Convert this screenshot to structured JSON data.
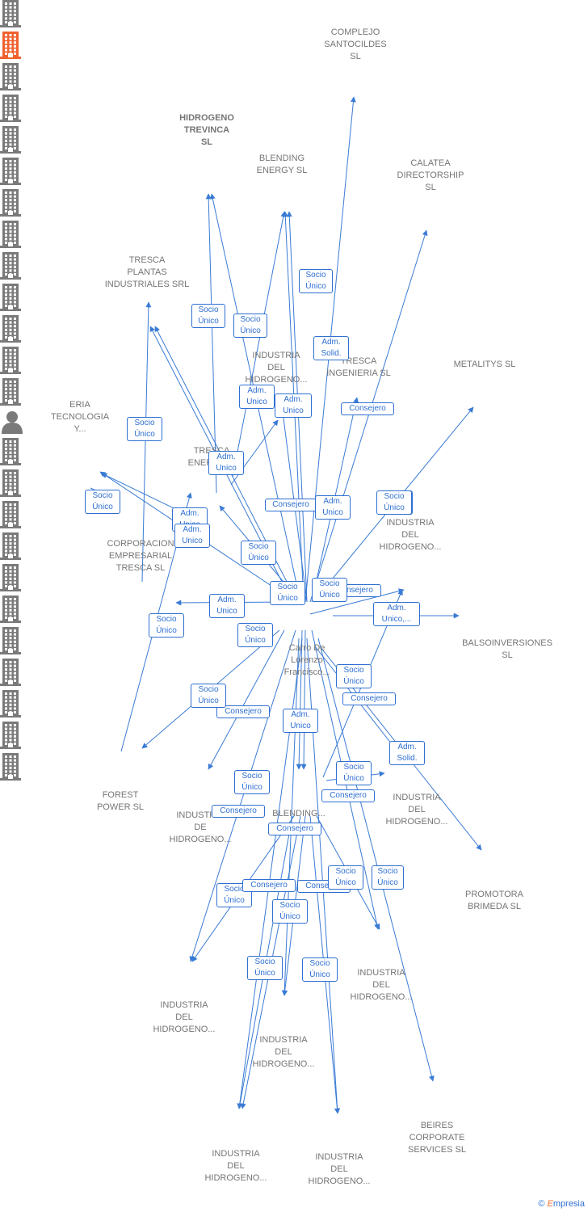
{
  "colors": {
    "edge": "#3a7bd5",
    "company": "#7a7a7a",
    "highlight": "#f0612e",
    "person": "#7a7a7a",
    "tag_border": "#2e6fd1"
  },
  "nodes": {
    "complejo": {
      "label": "COMPLEJO\nSANTOCILDES\nSL",
      "icon": "building-icon"
    },
    "hidrogeno_trevinca": {
      "label": "HIDROGENO\nTREVINCA\nSL",
      "icon": "building-icon",
      "highlight": true
    },
    "blending_energy": {
      "label": "BLENDING\nENERGY  SL",
      "icon": "building-icon"
    },
    "calatea": {
      "label": "CALATEA\nDIRECTORSHIP\nSL",
      "icon": "building-icon"
    },
    "tresca_plantas": {
      "label": "TRESCA\nPLANTAS\nINDUSTRIALES SRL",
      "icon": "building-icon"
    },
    "industria_top": {
      "label": "INDUSTRIA\nDEL\nHIDROGENO...",
      "icon": "building-icon"
    },
    "tresca_ingenieria": {
      "label": "TRESCA\nINGENIERIA SL",
      "icon": "building-icon"
    },
    "metalitys": {
      "label": "METALITYS  SL",
      "icon": "building-icon"
    },
    "eria": {
      "label": "ERIA\nTECNOLOGIA\nY...",
      "icon": "building-icon"
    },
    "tresca_energia": {
      "label": "TRESCA\nENERGIA...",
      "icon": "building-icon"
    },
    "corporacion": {
      "label": "CORPORACION\nEMPRESARIAL\nTRESCA  SL",
      "icon": "building-icon"
    },
    "industria_right": {
      "label": "INDUSTRIA\nDEL\nHIDROGENO...",
      "icon": "building-icon"
    },
    "balsoinversiones": {
      "label": "BALSOINVERSIONES\nSL",
      "icon": "building-icon"
    },
    "person": {
      "label": "Carro De\nLorenzo\nFrancisco...",
      "icon": "person-icon"
    },
    "forest": {
      "label": "FOREST\nPOWER  SL",
      "icon": "building-icon"
    },
    "industria_mid_left": {
      "label": "INDUSTRIA\nDE\nHIDROGENO...",
      "icon": "building-icon"
    },
    "blending_mid": {
      "label": "BLENDING...",
      "icon": "building-icon"
    },
    "industria_mid_right": {
      "label": "INDUSTRIA\nDEL\nHIDROGENO...",
      "icon": "building-icon"
    },
    "promotora": {
      "label": "PROMOTORA\nBRIMEDA  SL",
      "icon": "building-icon"
    },
    "industria_b1": {
      "label": "INDUSTRIA\nDEL\nHIDROGENO...",
      "icon": "building-icon"
    },
    "industria_b2": {
      "label": "INDUSTRIA\nDEL\nHIDROGENO...",
      "icon": "building-icon"
    },
    "industria_b3": {
      "label": "INDUSTRIA\nDEL\nHIDROGENO...",
      "icon": "building-icon"
    },
    "beires": {
      "label": "BEIRES\nCORPORATE\nSERVICES  SL",
      "icon": "building-icon"
    },
    "industria_b4": {
      "label": "INDUSTRIA\nDEL\nHIDROGENO...",
      "icon": "building-icon"
    },
    "industria_b5": {
      "label": "INDUSTRIA\nDEL\nHIDROGENO...",
      "icon": "building-icon"
    }
  },
  "relations": [
    {
      "text": "Socio\nÚnico"
    },
    {
      "text": "Socio\nÚnico"
    },
    {
      "text": "Socio\nÚnico"
    },
    {
      "text": "Adm.\nSolid."
    },
    {
      "text": "Socio\nÚnico"
    },
    {
      "text": "Adm.\nUnico"
    },
    {
      "text": "Adm.\nUnico"
    },
    {
      "text": "Consejero"
    },
    {
      "text": "Socio\nÚnico"
    },
    {
      "text": "Adm.\nUnico"
    },
    {
      "text": "Socio\nÚnico"
    },
    {
      "text": "Consejero"
    },
    {
      "text": "Adm.\nUnico"
    },
    {
      "text": "Socio\nÚnico"
    },
    {
      "text": "Socio\nÚnico"
    },
    {
      "text": "Adm.\nUnico"
    },
    {
      "text": "Adm.\nUnico"
    },
    {
      "text": "Socio\nÚnico"
    },
    {
      "text": "Socio\nÚnico"
    },
    {
      "text": "Consejero"
    },
    {
      "text": "Adm.\nUnico,..."
    },
    {
      "text": "Adm.\nUnico"
    },
    {
      "text": "Socio\nÚnico"
    },
    {
      "text": "Socio\nÚnico"
    },
    {
      "text": "Consejero"
    },
    {
      "text": "Consejero"
    },
    {
      "text": "Adm.\nUnico"
    },
    {
      "text": "Adm.\nSolid."
    },
    {
      "text": "Socio\nÚnico"
    },
    {
      "text": "Socio\nÚnico"
    },
    {
      "text": "Consejero"
    },
    {
      "text": "Consejero"
    },
    {
      "text": "Consejero"
    },
    {
      "text": "Socio\nÚnico"
    },
    {
      "text": "Consejero"
    },
    {
      "text": "Consejero"
    },
    {
      "text": "Socio\nÚnico"
    },
    {
      "text": "Socio\nÚnico"
    },
    {
      "text": "Socio\nÚnico"
    },
    {
      "text": "Socio\nÚnico"
    },
    {
      "text": "Socio\nÚnico"
    },
    {
      "text": "Socio\nÚnico"
    },
    {
      "text": "Socio\nÚnico"
    }
  ],
  "footer": {
    "copyright": "©",
    "brand_first": "E",
    "brand_rest": "mpresia"
  }
}
